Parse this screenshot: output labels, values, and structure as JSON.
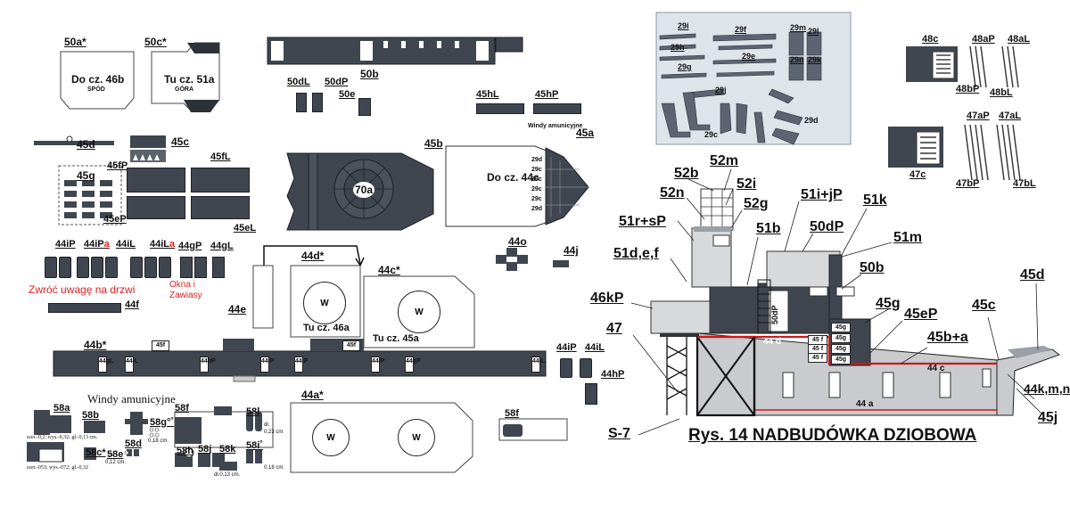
{
  "figure": {
    "caption": "Rys. 14 NADBUDÓWKA DZIOBOWA",
    "note": "Zwróć uwagę na drzwi",
    "note_ref": "Okna i Zawiasy",
    "ammo_title": "Windy amunicyjne",
    "ammo_small": "Windy amunicyjne"
  },
  "parts_left": {
    "p50a": "50a*",
    "p50a_text": "Do cz. 46b",
    "p50a_sub": "SPÓD",
    "p50c": "50c*",
    "p50c_text": "Tu cz. 51a",
    "p50c_sub": "GÓRA",
    "p50b": "50b",
    "p50dL": "50dL",
    "p50dP": "50dP",
    "p50e": "50e",
    "p45hL": "45hL",
    "p45hP": "45hP",
    "p45a": "45a",
    "p45a_text": "Do cz. 44c",
    "p45b": "45b",
    "p70a": "70a",
    "p45d": "45d",
    "p45c": "45c",
    "p45g": "45g",
    "p45fP": "45fP",
    "p45fL": "45fL",
    "p45eP": "45eP",
    "p45eL": "45eL",
    "p44iP": "44iP",
    "p44iPa": "a",
    "p44iL": "44iL",
    "p44iLa": "a",
    "p44gP": "44gP",
    "p44gL": "44gL",
    "p44o": "44o",
    "p44j": "44j",
    "p44d": "44d*",
    "p44d_text": "Tu cz. 46a",
    "p44c": "44c*",
    "p44c_text": "Tu cz. 45a",
    "p44e": "44e",
    "p44f": "44f",
    "p44b": "44b*",
    "p44a": "44a*",
    "p44iP2": "44iP",
    "p44iL2": "44iL",
    "p44hP": "44hP",
    "w": "W",
    "p58f": "58f",
    "p58f2": "58f",
    "p58a": "58a",
    "p58b": "58b",
    "p58c": "58c*",
    "p58d": "58d",
    "p58e": "58e",
    "p58g": "58g°˚",
    "p58h": "58h",
    "p58j": "58j",
    "p58k": "58k",
    "p58l": "58l",
    "p58ls": "58i˚",
    "dim1": "szer.-0,2; wys.-0,32; gł.-0,13 cm.",
    "dim2": "szer.-053; wys.-072; gł.-0,32",
    "dim3": "0,12 cm.",
    "dim4": "0,18 cm.",
    "dim5": "dł.",
    "dim6": "0,23 cm",
    "dim7": "dł.0,13 cm.",
    "dim8": "0,18 cm.",
    "p29": "29d",
    "tags_29c": "29c"
  },
  "inset": {
    "p29i": "29i",
    "p29f": "29f",
    "p29m": "29m",
    "p29l": "29l",
    "p29h": "29h",
    "p29e": "29e",
    "p29n": "29n",
    "p29k": "29k",
    "p29g": "29g",
    "p29j": "29j",
    "p29c": "29c",
    "p29d": "29d"
  },
  "parts_right": {
    "p48c": "48c",
    "p48aP": "48aP",
    "p48aL": "48aL",
    "p48bP": "48bP",
    "p48bL": "48bL",
    "p47c": "47c",
    "p47aP": "47aP",
    "p47aL": "47aL",
    "p47bP": "47bP",
    "p47bL": "47bL"
  },
  "assembly": {
    "l52b": "52b",
    "l52m": "52m",
    "l52i": "52i",
    "l52n": "52n",
    "l52g": "52g",
    "l51ijP": "51i+jP",
    "l51k": "51k",
    "l51rsP": "51r+sP",
    "l51b": "51b",
    "l50dP": "50dP",
    "l51m": "51m",
    "l51def": "51d,e,f",
    "l50b": "50b",
    "l46kP": "46kP",
    "l45g": "45g",
    "l45eP": "45eP",
    "l45c": "45c",
    "l45d": "45d",
    "l47": "47",
    "l45ba": "45b+a",
    "l44kmn": "44k,m,n",
    "l45j": "45j",
    "lS7": "S-7",
    "in44d": "44 d",
    "in44c": "44 c",
    "in44a": "44 a",
    "in45f": "45 f",
    "in45g": "45g",
    "in50dP": "50dP"
  }
}
